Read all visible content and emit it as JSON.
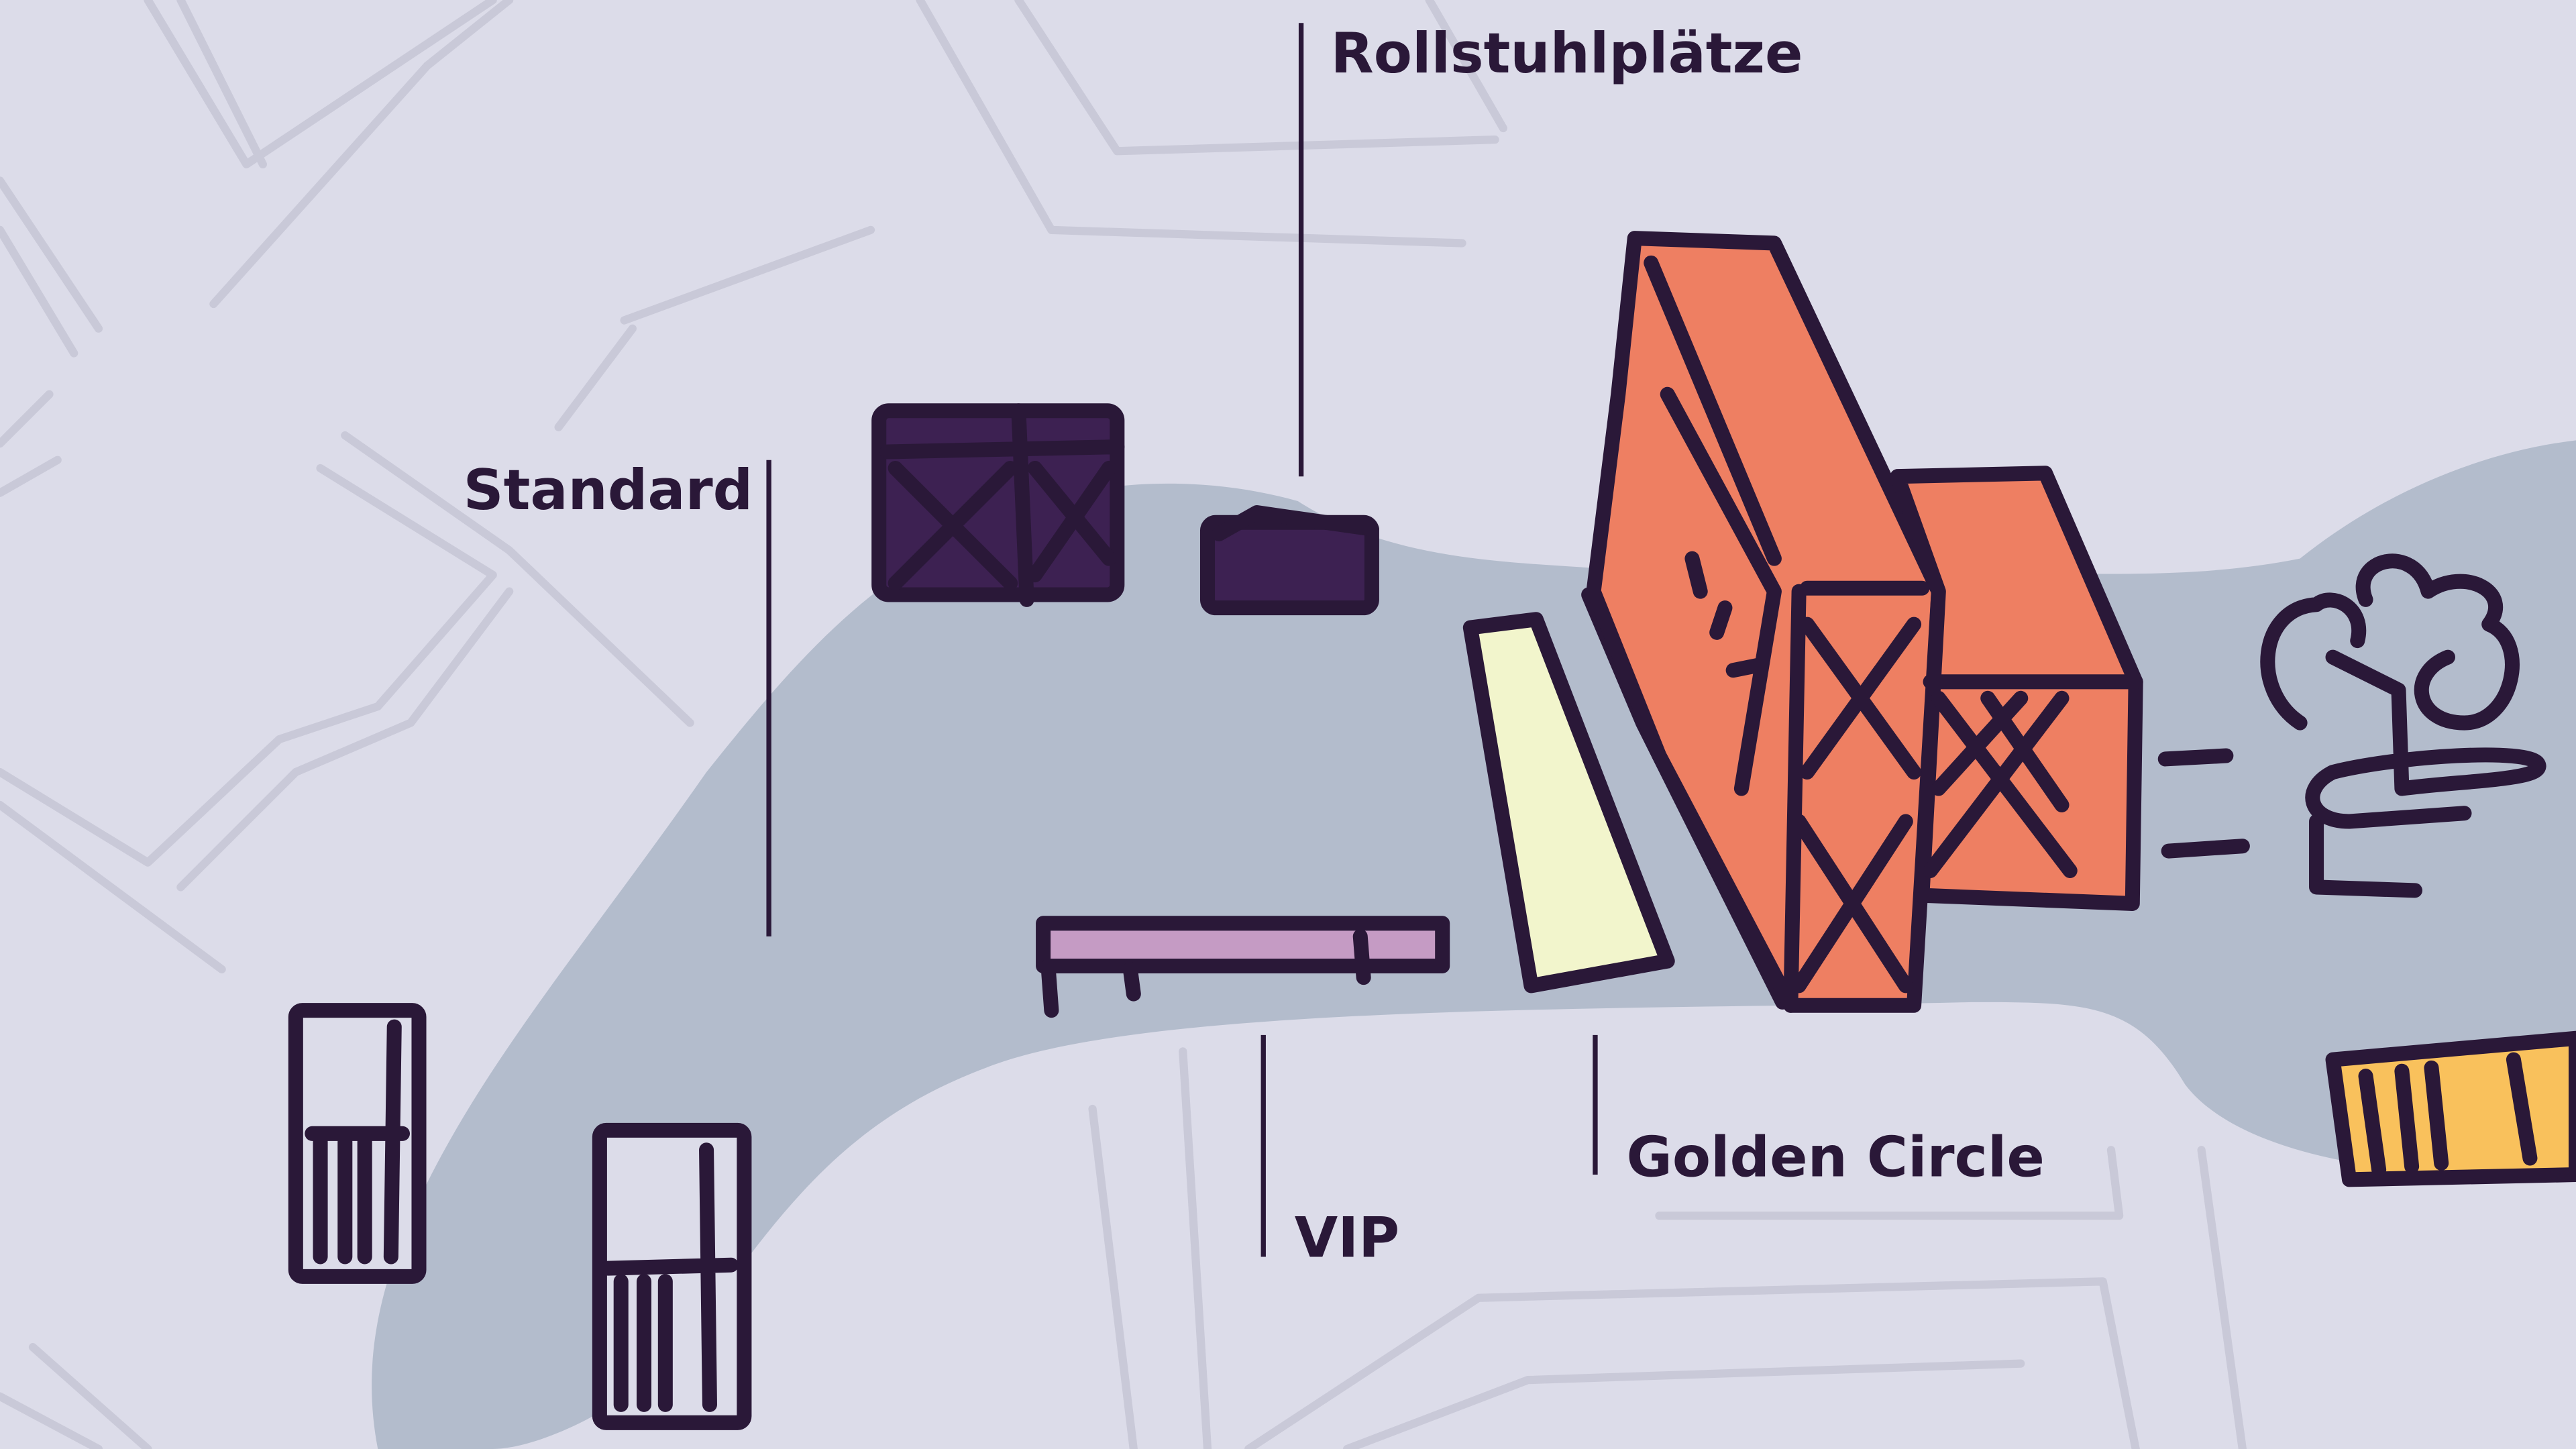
{
  "map": {
    "labels": {
      "wheelchair": "Rollstuhlplätze",
      "standard": "Standard",
      "vip": "VIP",
      "golden_circle": "Golden Circle"
    },
    "colors": {
      "background": "#dcdce9",
      "roads": "#c9c9d8",
      "venue_area": "#b3bccc",
      "outline": "#2a1838",
      "stage": "#ee7f62",
      "standard_block": "#3d2152",
      "vip_block": "#c59bc4",
      "golden_circle_block": "#f2f5cc",
      "side_block": "#f9c15c"
    }
  }
}
